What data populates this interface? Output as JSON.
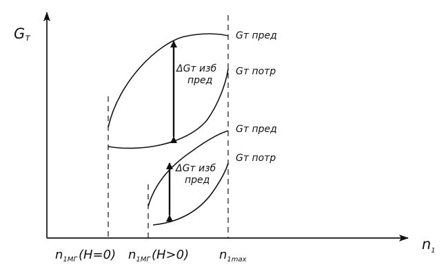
{
  "axes": {
    "y_label_main": "G",
    "y_label_sub": "т",
    "x_label_main": "n",
    "x_label_sub": "1"
  },
  "upper_pair": {
    "top_curve_label": "Gт пред",
    "bottom_curve_label": "Gт потр",
    "delta_label_line1": "ΔGт изб",
    "delta_label_line2": "пред"
  },
  "lower_pair": {
    "top_curve_label": "Gт пред",
    "bottom_curve_label": "Gт потр",
    "delta_label_line1": "ΔGт изб",
    "delta_label_line2": "пред"
  },
  "x_ticks": {
    "tick1_main": "n",
    "tick1_sub": "1МГ",
    "tick1_cond": "(H=0)",
    "tick2_main": "n",
    "tick2_sub": "1МГ",
    "tick2_cond": "(H>0)",
    "tick3_main": "n",
    "tick3_sub": "1max"
  },
  "colors": {
    "ink": "#111111",
    "background": "#ffffff"
  }
}
